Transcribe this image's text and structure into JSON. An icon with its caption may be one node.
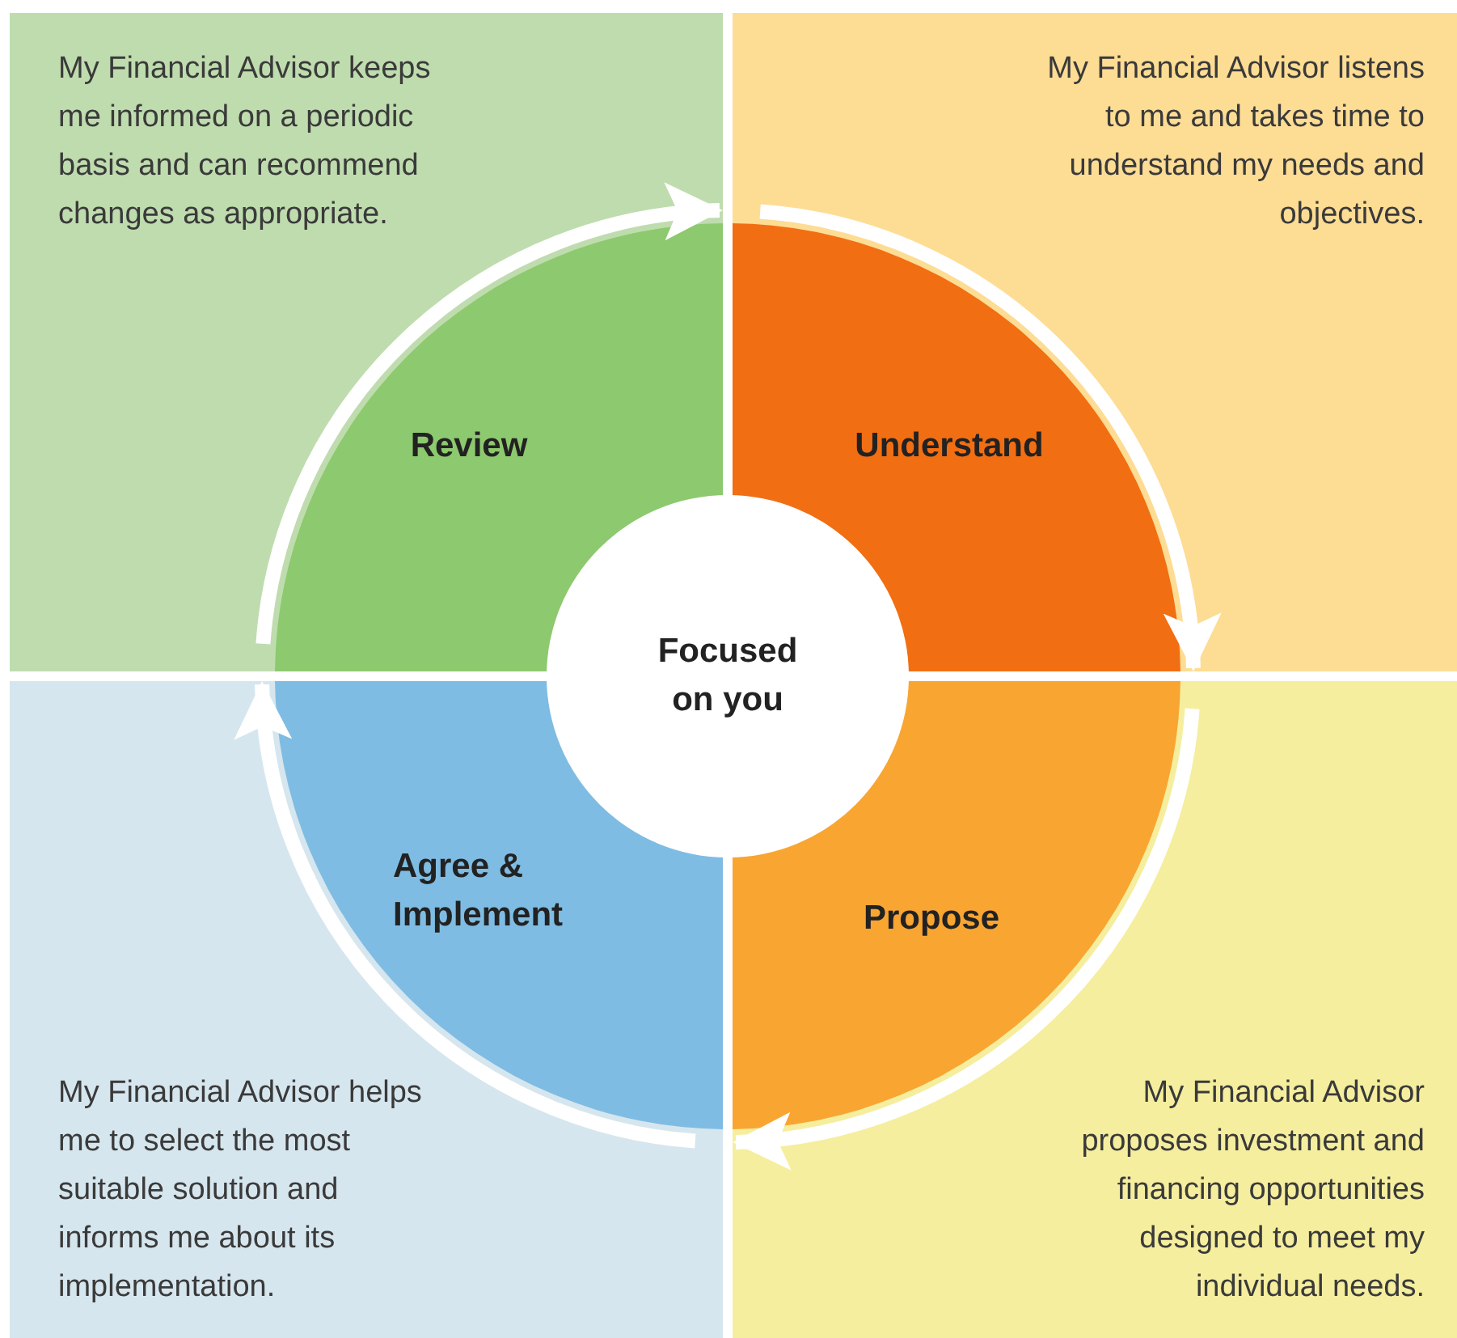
{
  "diagram": {
    "nodes": [
      {
        "text": [
          "My Financial Advisor keeps me informed on a periodic basis and can recommend changes as appropriate."
        ]
      },
      {
        "text": [
          "Review"
        ],
        "in": 0
      },
      {
        "text": [
          "My Financial Advisor listens to me and takes time to understand my needs and objectives."
        ]
      },
      {
        "text": [
          "Understand"
        ],
        "in": 2
      },
      {
        "text": [
          "Focused on you"
        ]
      },
      {
        "text": [
          "My Financial Advisor helps me to select the most suitable solution and informs me about its implementation."
        ]
      },
      {
        "text": [
          "Agree & Implement"
        ],
        "in": 5
      },
      {
        "text": [
          "My Financial Advisor proposes investment and financing opportunities designed to meet my individual needs."
        ]
      },
      {
        "text": [
          "Propose"
        ],
        "in": 7
      }
    ],
    "edges": [
      {
        "from": 1,
        "to": 3,
        "arrow": "to"
      },
      {
        "from": 3,
        "to": 8,
        "arrow": "to"
      },
      {
        "from": 8,
        "to": 6,
        "arrow": "to"
      },
      {
        "from": 6,
        "to": 1,
        "arrow": "to"
      }
    ]
  }
}
